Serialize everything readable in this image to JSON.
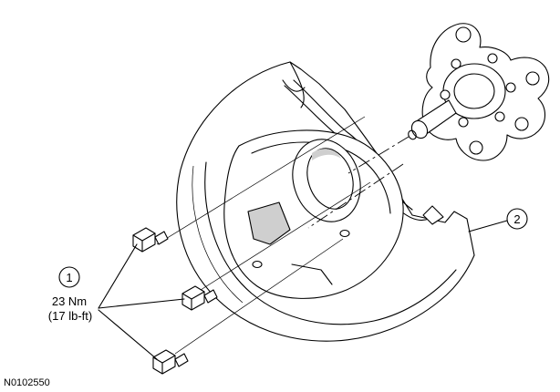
{
  "callouts": {
    "item1": {
      "number": "1",
      "torque_nm": "23 Nm",
      "torque_lbft": "(17 lb-ft)"
    },
    "item2": {
      "number": "2"
    }
  },
  "figure_id": "N0102550"
}
